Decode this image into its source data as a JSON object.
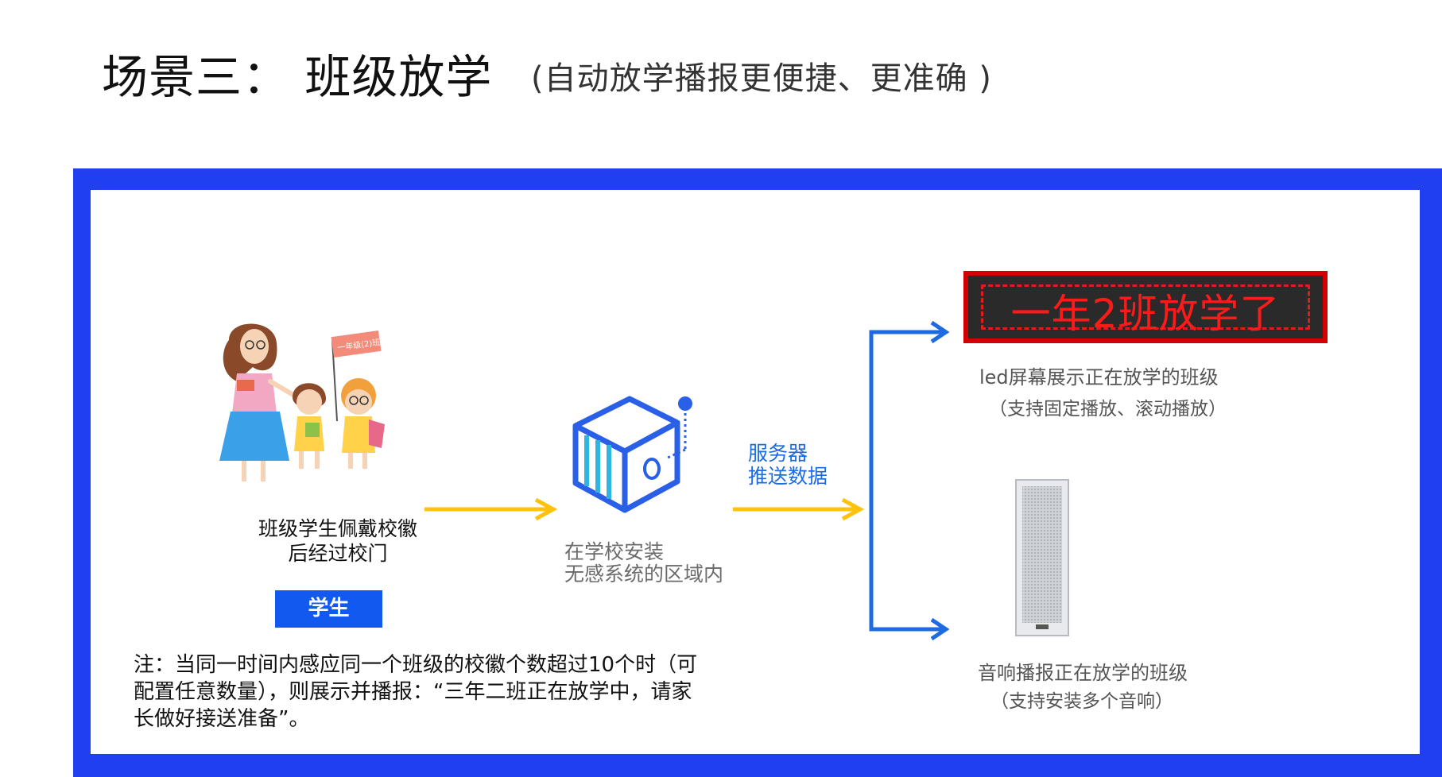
{
  "header": {
    "title": "场景三：  班级放学",
    "subtitle": "(自动放学播报更便捷、更准确 )"
  },
  "student_section": {
    "flag_text": "一年级(2)班",
    "caption_line1": "班级学生佩戴校徽",
    "caption_line2": "后经过校门",
    "badge_label": "学生"
  },
  "device_section": {
    "caption_line1": "在学校安装",
    "caption_line2": "无感系统的区域内"
  },
  "server_label": {
    "line1": "服务器",
    "line2": "推送数据"
  },
  "led_section": {
    "screen_text": "一年2班放学了",
    "caption_line1": "led屏幕展示正在放学的班级",
    "caption_line2": "（支持固定播放、滚动播放）"
  },
  "speaker_section": {
    "caption_line1": "音响播报正在放学的班级",
    "caption_line2": "（支持安装多个音响）"
  },
  "note": {
    "line1": "注：当同一时间内感应同一个班级的校徽个数超过10个时（可",
    "line2": "配置任意数量），则展示并播报：“三年二班正在放学中，请家",
    "line3": "长做好接送准备”。"
  },
  "colors": {
    "frame_blue": "#1f3ff0",
    "badge_blue": "#1259f0",
    "arrow_yellow": "#ffc20e",
    "arrow_blue": "#1e6ae0",
    "led_red": "#d40000"
  }
}
